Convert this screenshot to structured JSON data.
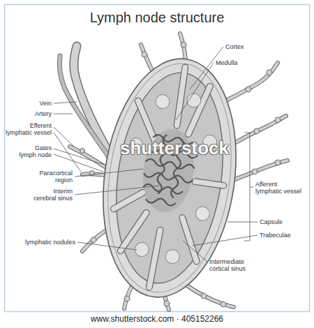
{
  "diagram": {
    "title": "Lymph node structure",
    "labels": [
      "Cortex",
      "Medulla",
      "Vein",
      "Artery",
      "Efferent lymphatic vessel",
      "Gates lymph node",
      "Afferent lymphatic vessel",
      "Paracortical region",
      "Interim cerebral sinus",
      "Capsule",
      "Trabeculae",
      "lymphatic nodules",
      "Intermediate cortical sinus",
      "shutterstock",
      "www.shutterstock.com · 405152266"
    ]
  }
}
